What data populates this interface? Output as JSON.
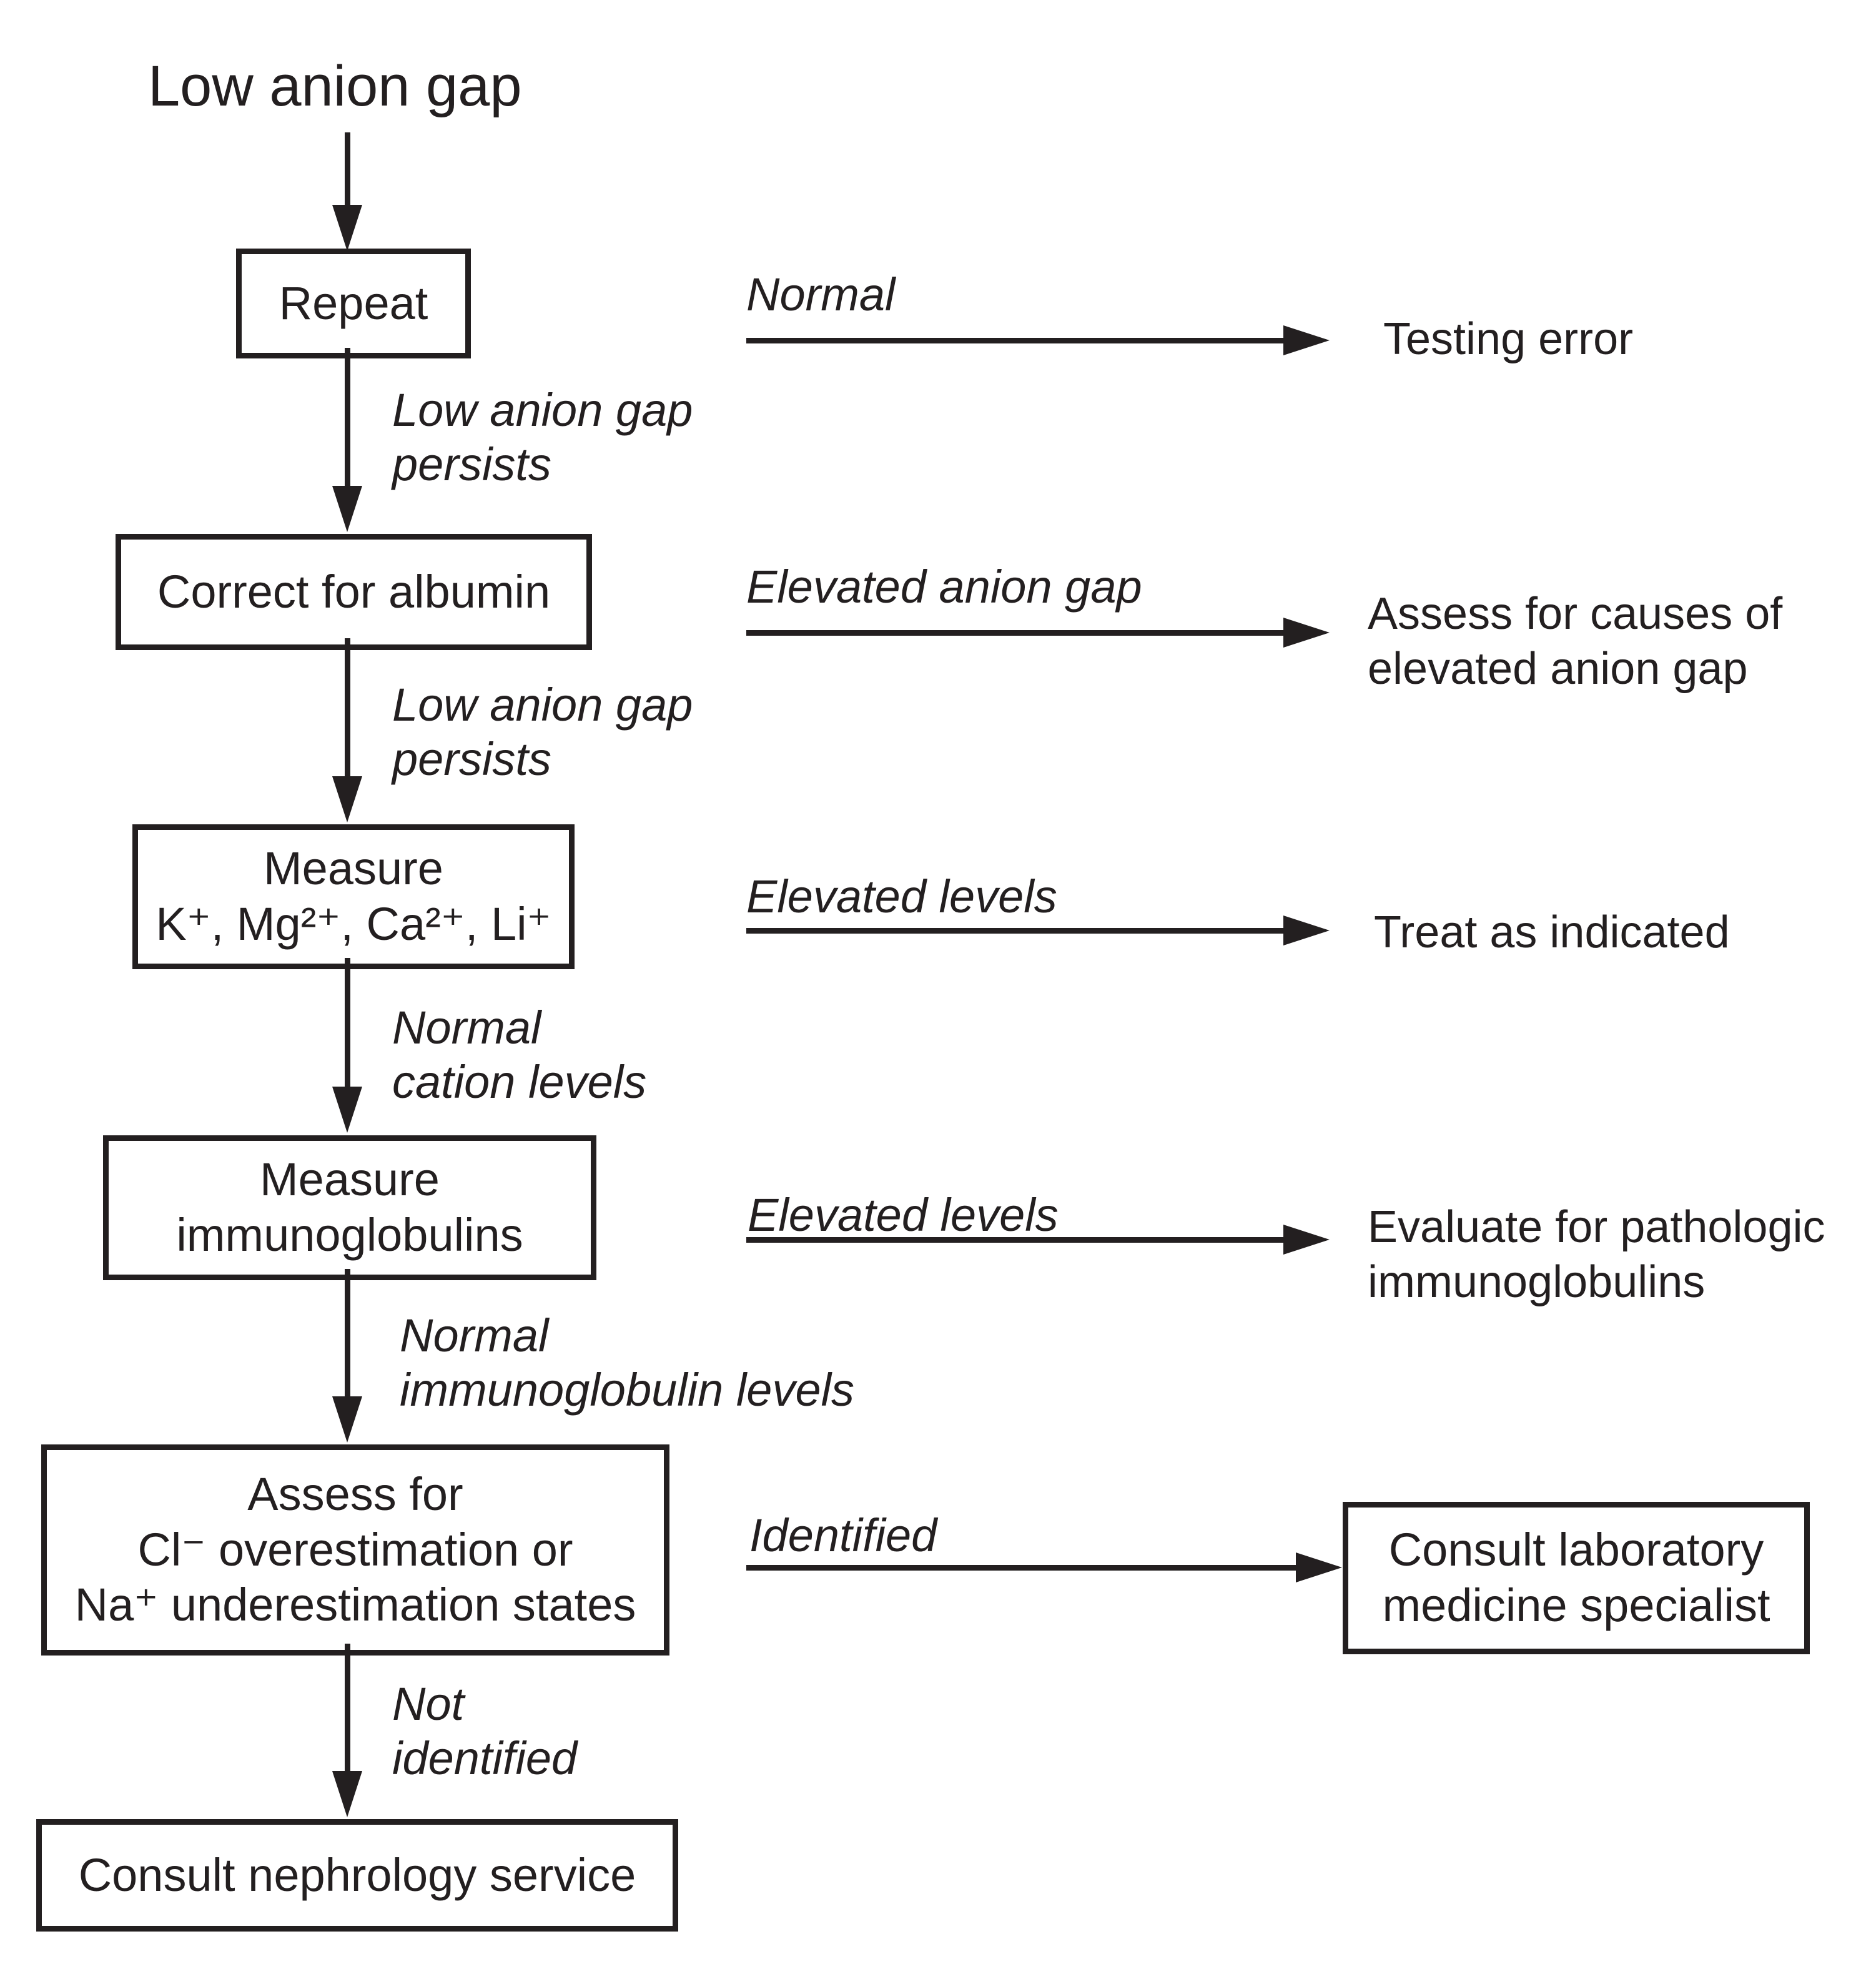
{
  "title": "Low anion gap",
  "colors": {
    "ink": "#231f20",
    "paper": "#ffffff"
  },
  "boxes": {
    "repeat": {
      "lines": [
        "Repeat"
      ]
    },
    "correct_albumin": {
      "lines": [
        "Correct for albumin"
      ]
    },
    "measure_cations": {
      "lines": [
        "Measure",
        "K⁺, Mg²⁺, Ca²⁺, Li⁺"
      ]
    },
    "measure_immunoglobulins": {
      "lines": [
        "Measure",
        "immunoglobulins"
      ]
    },
    "assess_states": {
      "lines": [
        "Assess for",
        "Cl⁻ overestimation or",
        "Na⁺ underestimation states"
      ]
    },
    "consult_laboratory": {
      "lines": [
        "Consult laboratory",
        "medicine specialist"
      ]
    },
    "consult_nephrology": {
      "lines": [
        "Consult nephrology service"
      ]
    }
  },
  "edge_labels": {
    "repeat_normal": {
      "lines": [
        "Normal"
      ]
    },
    "repeat_persists": {
      "lines": [
        "Low anion gap",
        "persists"
      ]
    },
    "albumin_elevated": {
      "lines": [
        "Elevated anion gap"
      ]
    },
    "albumin_persists": {
      "lines": [
        "Low anion gap",
        "persists"
      ]
    },
    "cations_elevated": {
      "lines": [
        "Elevated levels"
      ]
    },
    "cations_normal": {
      "lines": [
        "Normal",
        "cation levels"
      ]
    },
    "immunoglobulins_elevated": {
      "lines": [
        "Elevated levels"
      ]
    },
    "immunoglobulins_normal": {
      "lines": [
        "Normal",
        "immunoglobulin levels"
      ]
    },
    "assess_identified": {
      "lines": [
        "Identified"
      ]
    },
    "assess_not_identified": {
      "lines": [
        "Not",
        "identified"
      ]
    }
  },
  "outcomes": {
    "testing_error": {
      "lines": [
        "Testing error"
      ]
    },
    "assess_elevated_gap": {
      "lines": [
        "Assess for causes of",
        "elevated anion gap"
      ]
    },
    "treat_as_indicated": {
      "lines": [
        "Treat as indicated"
      ]
    },
    "evaluate_pathologic": {
      "lines": [
        "Evaluate for pathologic",
        "immunoglobulins"
      ]
    }
  }
}
